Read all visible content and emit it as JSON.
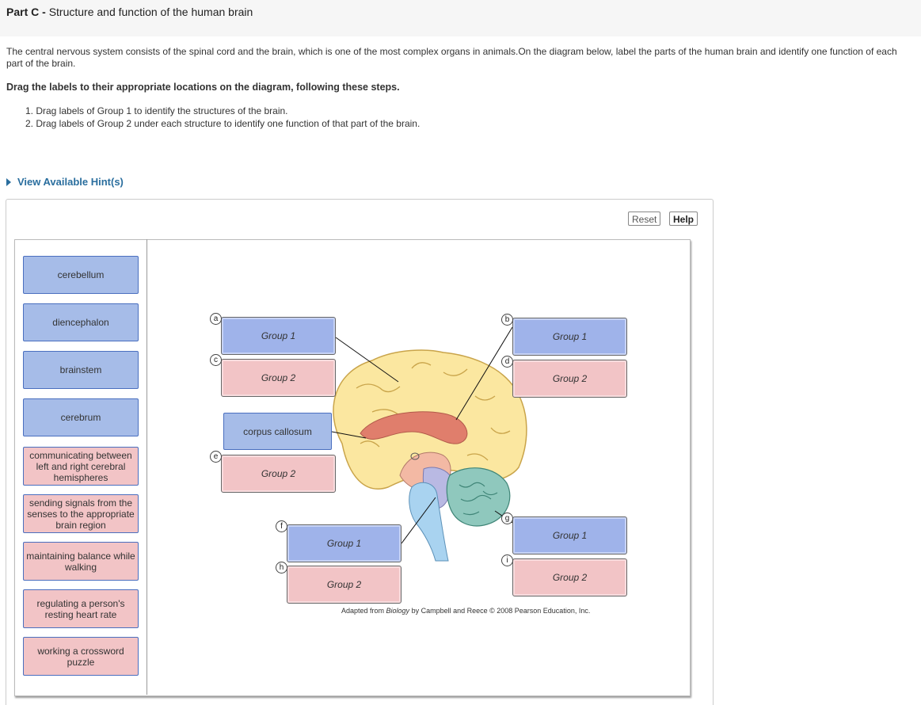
{
  "header": {
    "part": "Part C",
    "separator": " - ",
    "title": "Structure and function of the human brain"
  },
  "intro": "The central nervous system consists of the spinal cord and the brain, which is one of the most complex organs in animals.On the diagram below, label the parts of the human brain and identify one function of each part of the brain.",
  "instruction": "Drag the labels to their appropriate locations on the diagram, following these steps.",
  "steps": [
    "1. Drag labels of Group 1 to identify the structures of the brain.",
    "2. Drag labels of Group 2 under each structure to identify one function of that part of the brain."
  ],
  "hint_link": "View Available Hint(s)",
  "buttons": {
    "reset": "Reset",
    "help": "Help"
  },
  "labels": [
    {
      "text": "cerebellum",
      "group": 1
    },
    {
      "text": "diencephalon",
      "group": 1
    },
    {
      "text": "brainstem",
      "group": 1
    },
    {
      "text": "cerebrum",
      "group": 1
    },
    {
      "text": "communicating between left and right cerebral hemispheres",
      "group": 2
    },
    {
      "text": "sending signals from the senses to the appropriate brain region",
      "group": 2
    },
    {
      "text": "maintaining balance while walking",
      "group": 2
    },
    {
      "text": "regulating a person's resting heart rate",
      "group": 2
    },
    {
      "text": "working a crossword puzzle",
      "group": 2
    }
  ],
  "targets": {
    "a": "Group 1",
    "c": "Group 2",
    "b": "Group 1",
    "d": "Group 2",
    "e": "Group 2",
    "f": "Group 1",
    "h": "Group 2",
    "g": "Group 1",
    "i": "Group 2"
  },
  "placed_label": "corpus callosum",
  "markers": [
    "a",
    "b",
    "c",
    "d",
    "e",
    "f",
    "g",
    "h",
    "i"
  ],
  "credit": {
    "prefix": "Adapted from ",
    "book": "Biology",
    "suffix": " by Campbell and Reece © 2008 Pearson Education, Inc."
  },
  "colors": {
    "group1": "#9fb3ea",
    "group2": "#f2c4c6",
    "link": "#2a6e9e"
  }
}
